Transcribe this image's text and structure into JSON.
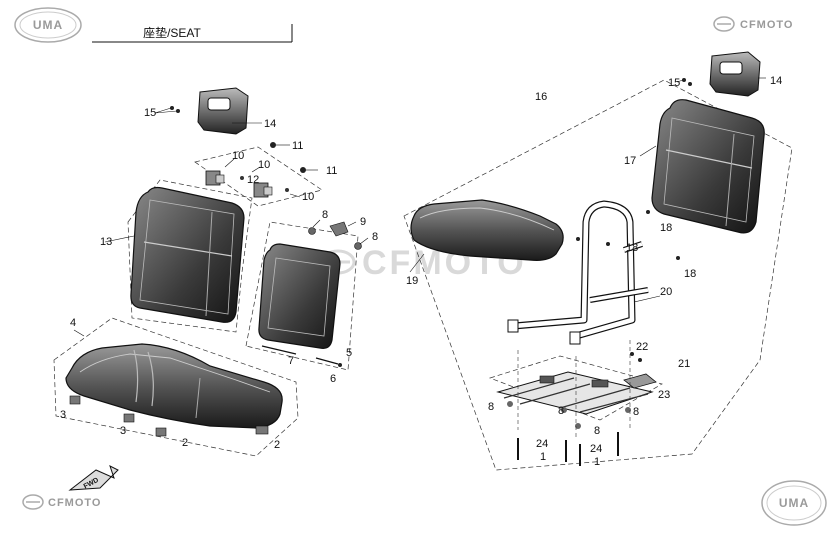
{
  "header": {
    "brand_left": "UMA",
    "title": "座垫/SEAT",
    "brand_right": "CFMOTO"
  },
  "footer": {
    "brand_left": "CFMOTO",
    "brand_right": "UMA"
  },
  "watermark": "CFMOTO",
  "fwd_label": "FWD",
  "callouts": [
    {
      "id": "c15a",
      "text": "15"
    },
    {
      "id": "c14a",
      "text": "14"
    },
    {
      "id": "c10a",
      "text": "10"
    },
    {
      "id": "c11a",
      "text": "11"
    },
    {
      "id": "c10b",
      "text": "10"
    },
    {
      "id": "c12",
      "text": "12"
    },
    {
      "id": "c11b",
      "text": "11"
    },
    {
      "id": "c10c",
      "text": "10"
    },
    {
      "id": "c13",
      "text": "13"
    },
    {
      "id": "c8a",
      "text": "8"
    },
    {
      "id": "c9",
      "text": "9"
    },
    {
      "id": "c8b",
      "text": "8"
    },
    {
      "id": "c4",
      "text": "4"
    },
    {
      "id": "c7",
      "text": "7"
    },
    {
      "id": "c5",
      "text": "5"
    },
    {
      "id": "c6",
      "text": "6"
    },
    {
      "id": "c3a",
      "text": "3"
    },
    {
      "id": "c3b",
      "text": "3"
    },
    {
      "id": "c2a",
      "text": "2"
    },
    {
      "id": "c2b",
      "text": "2"
    },
    {
      "id": "c16",
      "text": "16"
    },
    {
      "id": "c15b",
      "text": "15"
    },
    {
      "id": "c14b",
      "text": "14"
    },
    {
      "id": "c17",
      "text": "17"
    },
    {
      "id": "c18a",
      "text": "18"
    },
    {
      "id": "c18b",
      "text": "18"
    },
    {
      "id": "c18c",
      "text": "18"
    },
    {
      "id": "c19",
      "text": "19"
    },
    {
      "id": "c20",
      "text": "20"
    },
    {
      "id": "c22",
      "text": "22"
    },
    {
      "id": "c21",
      "text": "21"
    },
    {
      "id": "c8c",
      "text": "8"
    },
    {
      "id": "c8d",
      "text": "8"
    },
    {
      "id": "c8e",
      "text": "8"
    },
    {
      "id": "c8f",
      "text": "8"
    },
    {
      "id": "c23",
      "text": "23"
    },
    {
      "id": "c24a",
      "text": "24"
    },
    {
      "id": "c24b",
      "text": "24"
    },
    {
      "id": "c1a",
      "text": "1"
    },
    {
      "id": "c1b",
      "text": "1"
    }
  ]
}
